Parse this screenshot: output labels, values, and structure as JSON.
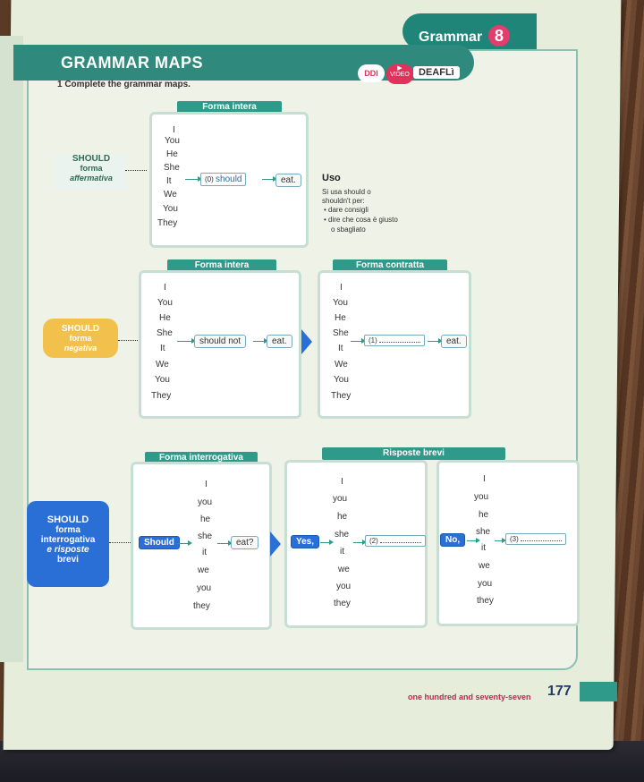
{
  "header": {
    "section": "Grammar",
    "section_number": "8",
    "title": "GRAMMAR MAPS",
    "ddi": "DDI",
    "video": "VIDEO",
    "deafli": "DEAFLì"
  },
  "instruction": "1 Complete the grammar maps.",
  "affirmative": {
    "label_line1": "SHOULD",
    "label_line2": "forma",
    "label_line3": "affermativa",
    "box_header": "Forma intera",
    "pronouns": [
      "I",
      "You",
      "He",
      "She",
      "It",
      "We",
      "You",
      "They"
    ],
    "blank_number": "(0)",
    "verb": "should",
    "main_verb": "eat.",
    "uso_title": "Uso",
    "uso_line1": "Si usa should o",
    "uso_line2": "shouldn't per:",
    "uso_line3": "• dare consigli",
    "uso_line4": "• dire che cosa è giusto",
    "uso_line5": "o sbagliato"
  },
  "negative": {
    "label_line1": "SHOULD",
    "label_line2": "forma",
    "label_line3": "negativa",
    "full_header": "Forma intera",
    "short_header": "Forma contratta",
    "pronouns": [
      "I",
      "You",
      "He",
      "She",
      "It",
      "We",
      "You",
      "They"
    ],
    "verb": "should not",
    "main_verb": "eat.",
    "blank_number": "(1)",
    "main_verb2": "eat."
  },
  "interrogative": {
    "label_line1": "SHOULD",
    "label_line2": "forma",
    "label_line3": "interrogativa",
    "label_line4": "e risposte",
    "label_line5": "brevi",
    "header": "Forma interrogativa",
    "short_header": "Risposte brevi",
    "pronouns": [
      "I",
      "you",
      "he",
      "she",
      "it",
      "we",
      "you",
      "they"
    ],
    "verb": "Should",
    "main_verb": "eat?",
    "yes": "Yes,",
    "no": "No,",
    "blank2": "(2)",
    "blank3": "(3)"
  },
  "footer": {
    "text": "one hundred and seventy-seven",
    "page_number": "177"
  }
}
